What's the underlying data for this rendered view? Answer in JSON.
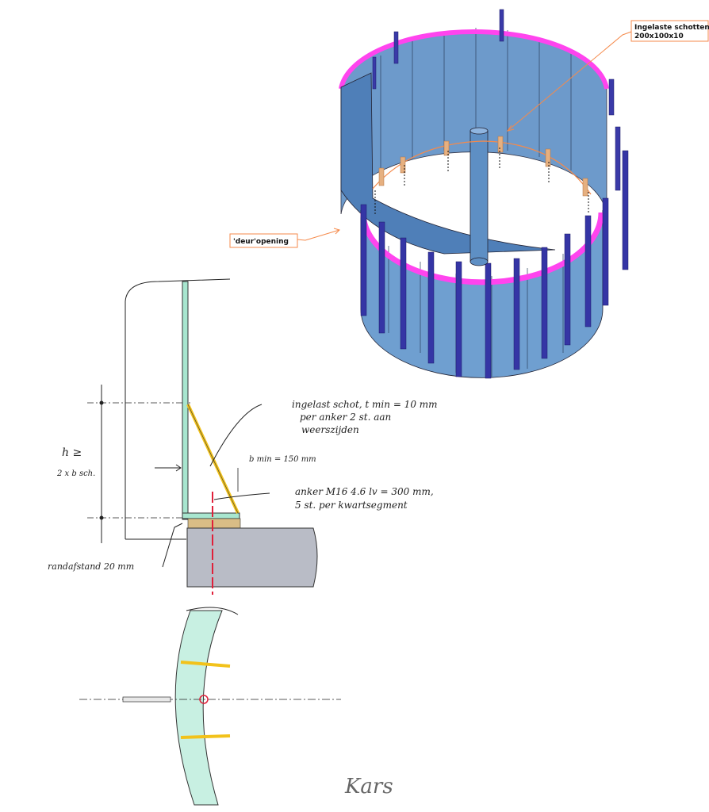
{
  "callouts": {
    "schotten_line1": "Ingelaste schotten",
    "schotten_line2": "200x100x10",
    "deur": "'deur'opening"
  },
  "sketch": {
    "note_schot_1": "ingelast schot, t min = 10 mm",
    "note_schot_2": "per anker 2 st. aan",
    "note_schot_3": "weerszijden",
    "bmin": "b min = 150 mm",
    "note_anker_1": "anker M16 4.6 lv = 300 mm,",
    "note_anker_2": "5 st. per kwartsegment",
    "h_1": "h ≥",
    "h_2": "2 x b sch.",
    "randafstand": "randafstand 20 mm",
    "signature": "Kars"
  },
  "colors": {
    "panel": "#6f9fd0",
    "fin": "#3a3aa8",
    "rim": "#ff44ee",
    "callout": "#f58a4b",
    "wall": "#a8e6cf",
    "gusset": "#f2c21b",
    "concrete": "#b9bcc6",
    "grout": "#d9bd86",
    "anchor": "#e0203a"
  }
}
